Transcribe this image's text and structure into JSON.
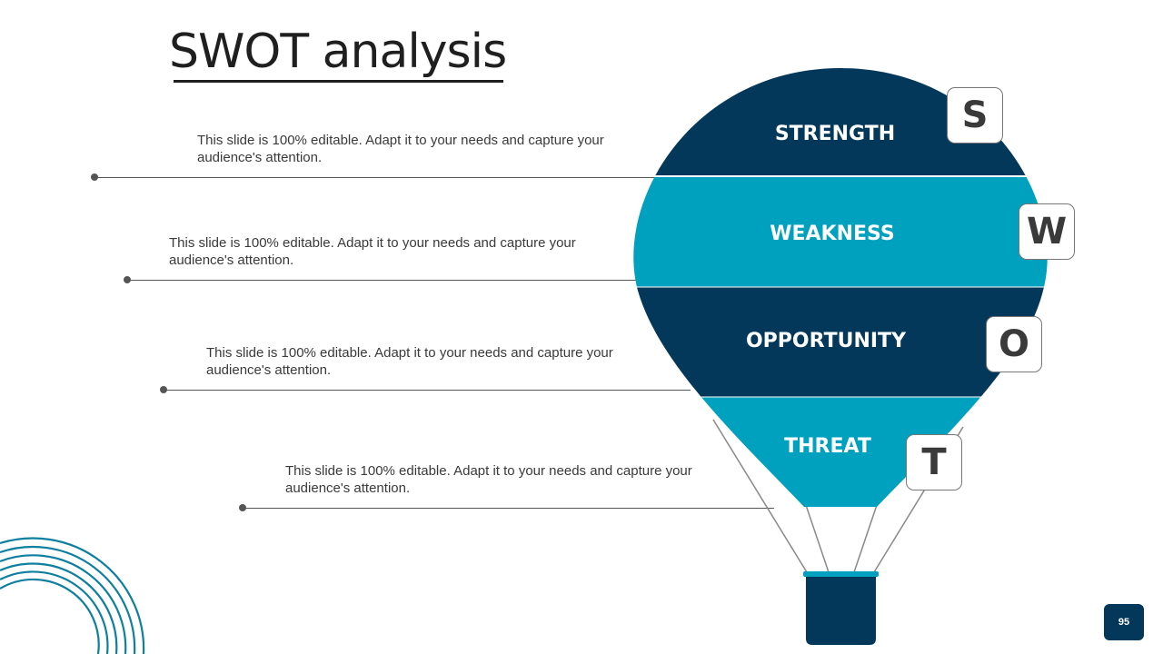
{
  "title": "SWOT analysis",
  "colors": {
    "dark_navy": "#03385a",
    "teal": "#00a0bf",
    "arc_teal": "#0f7fa0"
  },
  "items": [
    {
      "label": "STRENGTH",
      "letter": "S",
      "text": "This slide is 100% editable. Adapt it to your needs and capture your audience's attention."
    },
    {
      "label": "WEAKNESS",
      "letter": "W",
      "text": "This slide is 100% editable. Adapt it to your needs and capture your audience's attention."
    },
    {
      "label": "OPPORTUNITY",
      "letter": "O",
      "text": "This slide is 100% editable. Adapt it to your needs and capture your audience's attention."
    },
    {
      "label": "THREAT",
      "letter": "T",
      "text": "This slide is 100% editable. Adapt it to your needs and capture your audience's attention."
    }
  ],
  "page_number": "95"
}
